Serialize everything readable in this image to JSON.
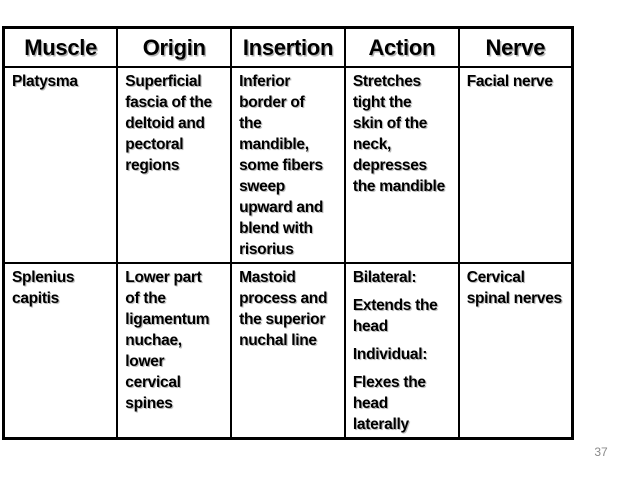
{
  "page": {
    "number": "37"
  },
  "colors": {
    "background": "#ffffff",
    "table_border": "#000000",
    "text": "#000000",
    "page_number": "#8a8a8a"
  },
  "table": {
    "headers": [
      "Muscle",
      "Origin",
      "Insertion",
      "Action",
      "Nerve"
    ],
    "rows": [
      {
        "cells": [
          [
            "Platysma"
          ],
          [
            "Superficial\nfascia of the\ndeltoid and\npectoral\nregions"
          ],
          [
            "Inferior\nborder of\nthe\nmandible,\nsome fibers\nsweep\nupward and\nblend with\nrisorius"
          ],
          [
            "Stretches\ntight the\nskin of the\nneck,\ndepresses\nthe mandible"
          ],
          [
            "Facial nerve"
          ]
        ]
      },
      {
        "cells": [
          [
            "Splenius\ncapitis"
          ],
          [
            "Lower part\nof the\nligamentum\nnuchae,\nlower\ncervical\nspines"
          ],
          [
            "Mastoid\nprocess and\nthe superior\nnuchal line"
          ],
          [
            "Bilateral:",
            "Extends the\nhead",
            "Individual:",
            "Flexes the\nhead\nlaterally"
          ],
          [
            "Cervical\nspinal nerves"
          ]
        ]
      }
    ]
  }
}
